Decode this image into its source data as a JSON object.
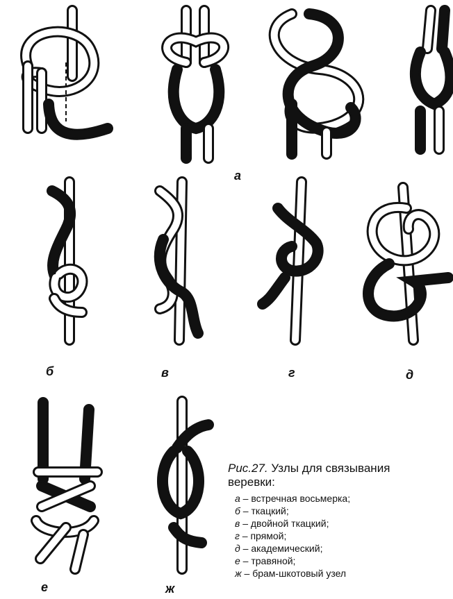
{
  "figure": {
    "number": "Рис.27.",
    "title": " Узлы для связывания",
    "title_line2": "веревки:"
  },
  "panel_letters": {
    "a": "а",
    "b": "б",
    "v": "в",
    "g": "г",
    "d": "д",
    "e": "е",
    "zh": "ж"
  },
  "legend": [
    {
      "letter": "а",
      "text": " – встречная восьмерка;"
    },
    {
      "letter": "б",
      "text": " – ткацкий;"
    },
    {
      "letter": "в",
      "text": " – двойной ткацкий;"
    },
    {
      "letter": "г",
      "text": " – прямой;"
    },
    {
      "letter": "д",
      "text": " – академический;"
    },
    {
      "letter": "е",
      "text": " – травяной;"
    },
    {
      "letter": "ж",
      "text": " – брам-шкотовый узел"
    }
  ]
}
